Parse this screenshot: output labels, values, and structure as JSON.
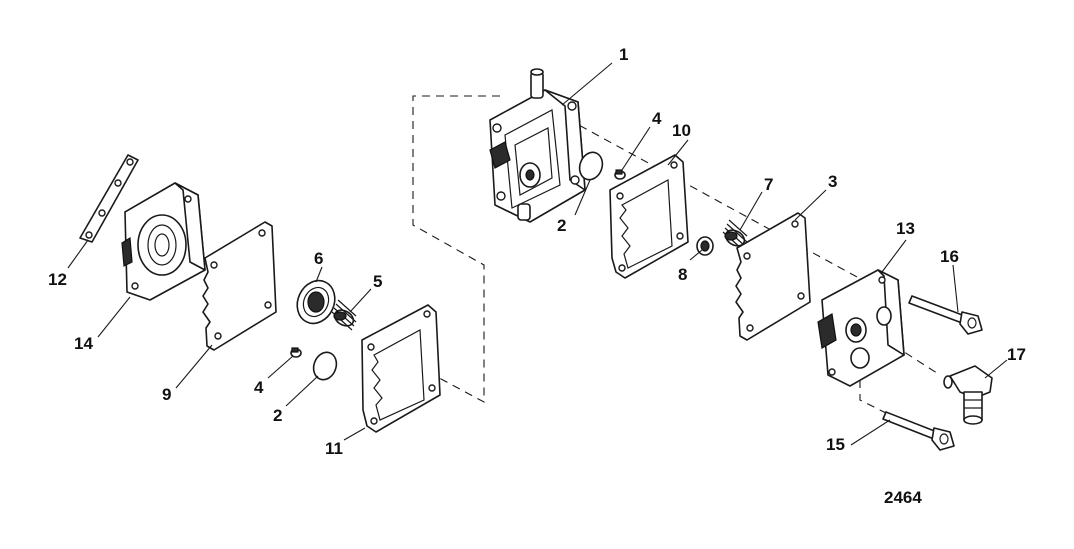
{
  "figure_number": "2464",
  "callouts": {
    "c1": "1",
    "c2a": "2",
    "c2b": "2",
    "c3": "3",
    "c4a": "4",
    "c4b": "4",
    "c5": "5",
    "c6": "6",
    "c7": "7",
    "c8": "8",
    "c9": "9",
    "c10": "10",
    "c11": "11",
    "c12": "12",
    "c13": "13",
    "c14": "14",
    "c15": "15",
    "c16": "16",
    "c17": "17"
  }
}
